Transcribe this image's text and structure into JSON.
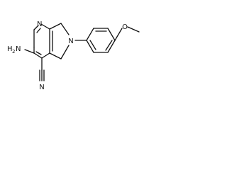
{
  "structure": {
    "atoms": {
      "pyridine_n": "N",
      "amine_n": "N",
      "amine_h": "H",
      "amine_subscript": "2",
      "nitrile_n": "N",
      "pyrroline_n": "N",
      "ether_o": "O"
    }
  }
}
